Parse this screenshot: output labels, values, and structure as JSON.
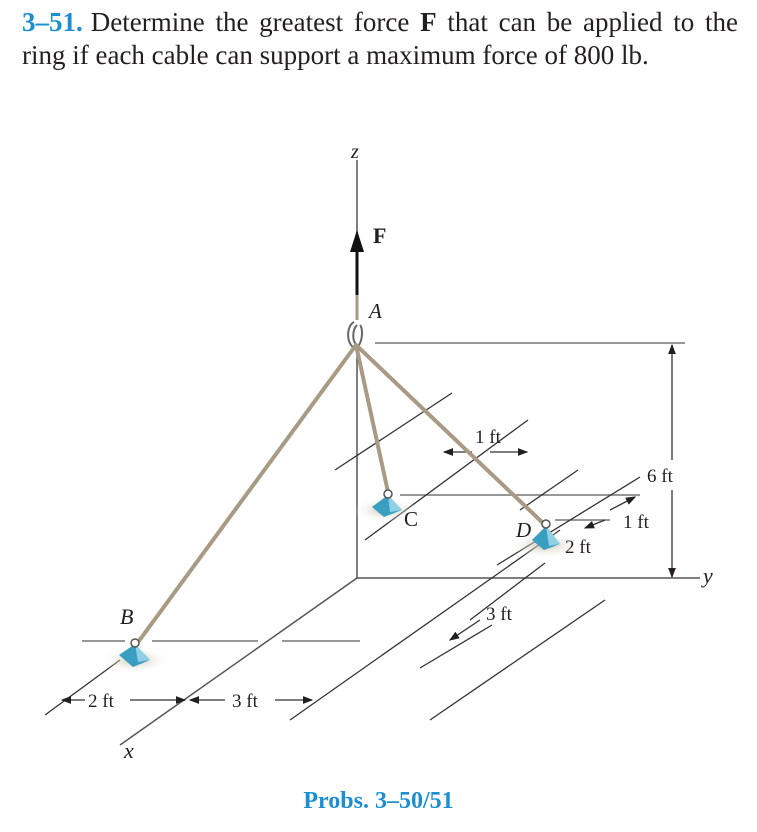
{
  "problem": {
    "number": "3–51.",
    "text_before": "Determine the greatest force ",
    "force_symbol": "F",
    "text_after": " that can be applied to the ring if each cable can support a maximum force of 800 lb."
  },
  "figure": {
    "labels": {
      "z_axis": "z",
      "y_axis": "y",
      "x_axis": "x",
      "force": "F",
      "ring": "A",
      "point_b": "B",
      "point_c": "C",
      "point_d": "D"
    },
    "dimensions": {
      "height": "6 ft",
      "c_offset": "1 ft",
      "d_offset_y": "1 ft",
      "d_offset_x": "2 ft",
      "c_to_d_x": "3 ft",
      "b_offset_y": "2 ft",
      "b_offset_x": "3 ft"
    },
    "colors": {
      "cable": "#a89a84",
      "support_blue": "#3a9ec0",
      "support_light": "#8fd0e6",
      "accent": "#1b8fd1"
    }
  },
  "caption": "Probs. 3–50/51"
}
